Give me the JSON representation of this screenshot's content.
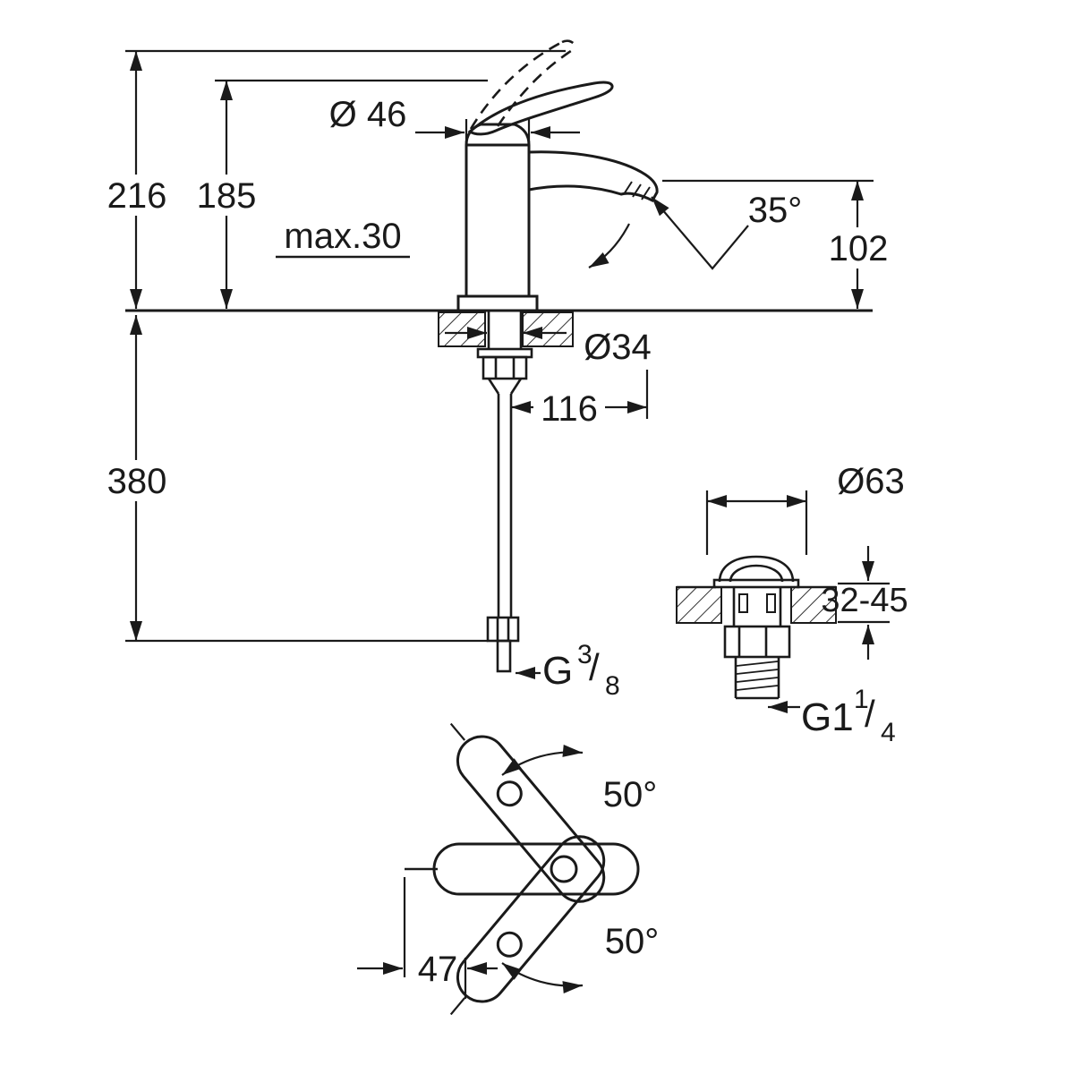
{
  "drawing": {
    "labels": {
      "height_total": "216",
      "height_body": "185",
      "dia_base": "Ø 46",
      "max_thickness": "max.30",
      "spout_angle": "35°",
      "spout_height": "102",
      "dia_hole": "Ø34",
      "spout_reach": "116",
      "hose_length": "380",
      "dia_drain_flange": "Ø63",
      "counter_range": "32-45",
      "swivel_top": "50°",
      "swivel_bottom": "50°",
      "lever_width": "47",
      "thread_hose": {
        "main": "G",
        "sup": "3",
        "slash": "/",
        "sub": "8"
      },
      "thread_drain": {
        "main": "G1",
        "sup": "1",
        "slash": "/",
        "sub": "4"
      }
    },
    "colors": {
      "line": "#1a1a1a",
      "background": "#ffffff"
    }
  }
}
